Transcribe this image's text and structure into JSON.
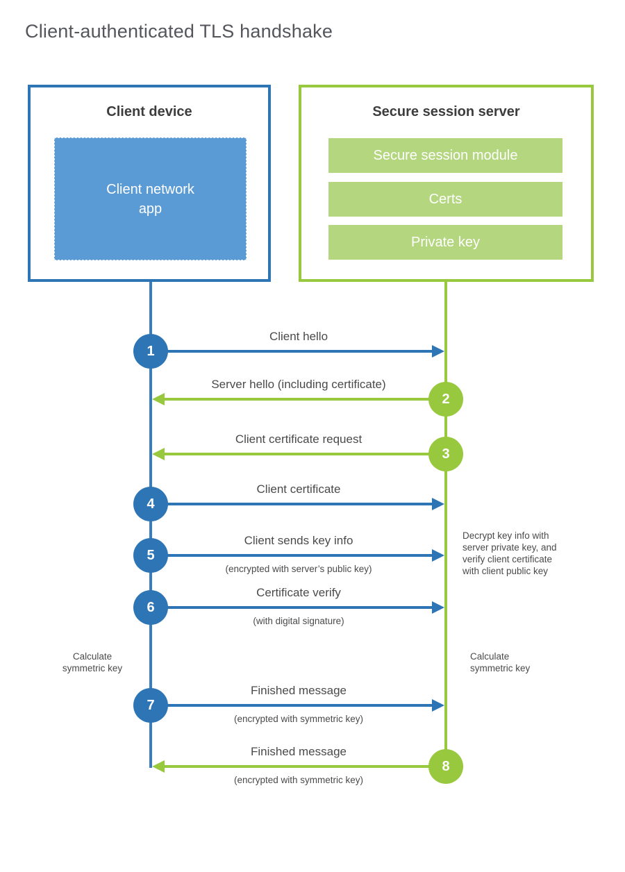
{
  "title": "Client-authenticated TLS handshake",
  "colors": {
    "blue_accent": "#2e75b6",
    "blue_fill": "#5b9bd5",
    "green_accent": "#97c83d",
    "green_fill": "#b3d67f",
    "heading_text": "#3d3d3d",
    "label_text": "#4a4a4a"
  },
  "client": {
    "title": "Client device",
    "app_label": "Client network\napp"
  },
  "server": {
    "title": "Secure session server",
    "modules": [
      "Secure session module",
      "Certs",
      "Private key"
    ]
  },
  "messages": [
    {
      "num": "1",
      "label": "Client hello",
      "sub": "",
      "direction": "right",
      "color": "blue"
    },
    {
      "num": "2",
      "label": "Server hello (including certificate)",
      "sub": "",
      "direction": "left",
      "color": "green"
    },
    {
      "num": "3",
      "label": "Client certificate request",
      "sub": "",
      "direction": "left",
      "color": "green"
    },
    {
      "num": "4",
      "label": "Client certificate",
      "sub": "",
      "direction": "right",
      "color": "blue"
    },
    {
      "num": "5",
      "label": "Client sends key info",
      "sub": "(encrypted with server’s public key)",
      "direction": "right",
      "color": "blue"
    },
    {
      "num": "6",
      "label": "Certificate verify",
      "sub": "(with digital signature)",
      "direction": "right",
      "color": "blue"
    },
    {
      "num": "7",
      "label": "Finished message",
      "sub": "(encrypted with symmetric key)",
      "direction": "right",
      "color": "blue"
    },
    {
      "num": "8",
      "label": "Finished message",
      "sub": "(encrypted with symmetric key)",
      "direction": "left",
      "color": "green"
    }
  ],
  "annotations": {
    "decrypt_note": "Decrypt key info with\nserver private key, and\nverify client certificate\nwith client public key",
    "calc_left": "Calculate\nsymmetric key",
    "calc_right": "Calculate\nsymmetric key"
  }
}
